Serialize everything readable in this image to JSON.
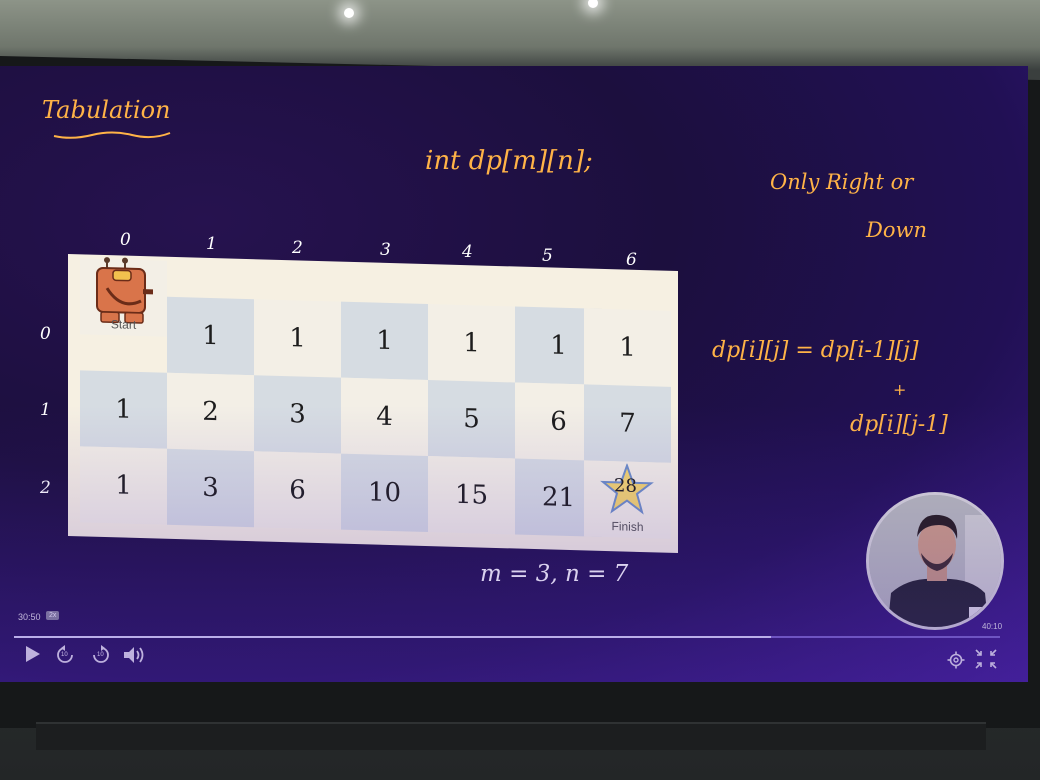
{
  "slide": {
    "title": "Tabulation",
    "declaration": "int dp[m][n];",
    "note_line1": "Only  Right or",
    "note_line2": "Down",
    "formula_line1": "dp[i][j]  =  dp[i-1][j]",
    "formula_plus": "+",
    "formula_line2": "dp[i][j-1]",
    "params": "m = 3,  n = 7",
    "col_indices": [
      "0",
      "1",
      "2",
      "3",
      "4",
      "5",
      "6"
    ],
    "row_indices": [
      "0",
      "1",
      "2"
    ],
    "grid": [
      [
        "",
        "1",
        "1",
        "1",
        "1",
        "1",
        "1"
      ],
      [
        "1",
        "2",
        "3",
        "4",
        "5",
        "6",
        "7"
      ],
      [
        "1",
        "3",
        "6",
        "10",
        "15",
        "21",
        "28"
      ]
    ],
    "start_label": "Start",
    "finish_label": "Finish"
  },
  "player": {
    "time_current": "30:50",
    "speed": "2x",
    "time_total": "40:10",
    "progress": 0.768,
    "skip_back_seconds": "10",
    "skip_forward_seconds": "10"
  },
  "colors": {
    "slide_background": "#1c0f3e",
    "handwriting_orange": "#ffb347",
    "handwriting_white": "#ffffff",
    "progress_track": "#7b66c8"
  }
}
